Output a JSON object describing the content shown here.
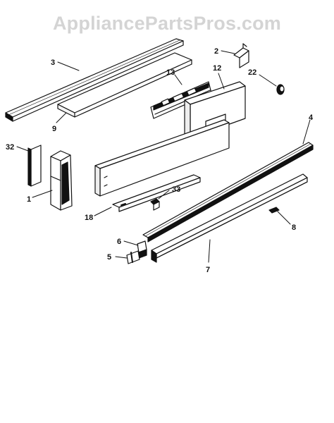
{
  "watermark": "AppliancePartsPros.com",
  "callouts": {
    "c1": "1",
    "c2": "2",
    "c3": "3",
    "c4": "4",
    "c5": "5",
    "c6": "6",
    "c7": "7",
    "c8": "8",
    "c9": "9",
    "c12": "12",
    "c13": "13",
    "c18": "18",
    "c22": "22",
    "c32": "32",
    "c33": "33"
  }
}
